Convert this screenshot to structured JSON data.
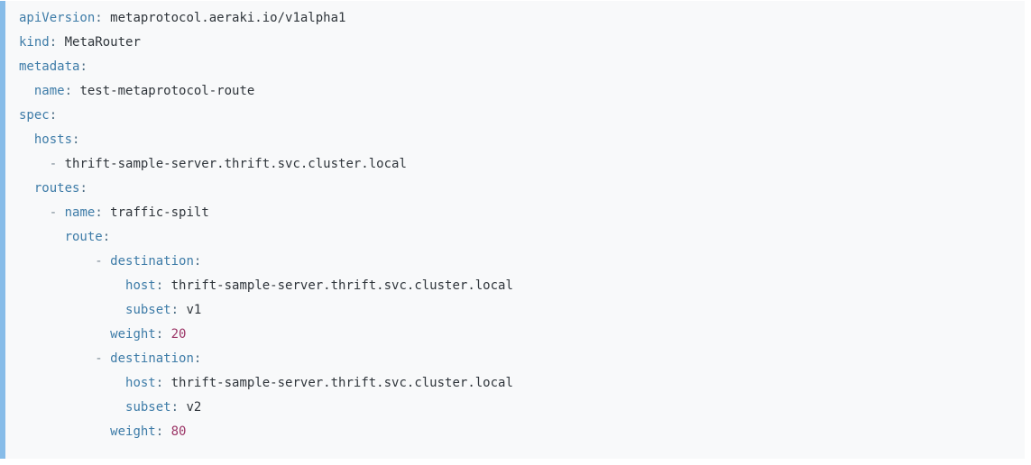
{
  "page": {
    "background": "#ffffff"
  },
  "code_block": {
    "language": "yaml",
    "background": "#f8f9fa",
    "accent_bar_color": "#87bce8",
    "colors": {
      "key": "#3e7ca8",
      "punc": "#4a6b82",
      "val": "#2f353b",
      "dash": "#7c8b96",
      "num": "#9c3667"
    },
    "lines": [
      [
        [
          "key",
          "apiVersion"
        ],
        [
          "punc",
          ":"
        ],
        [
          "val",
          " metaprotocol.aeraki.io/v1alpha1"
        ]
      ],
      [
        [
          "key",
          "kind"
        ],
        [
          "punc",
          ":"
        ],
        [
          "val",
          " MetaRouter"
        ]
      ],
      [
        [
          "key",
          "metadata"
        ],
        [
          "punc",
          ":"
        ]
      ],
      [
        [
          "val",
          "  "
        ],
        [
          "key",
          "name"
        ],
        [
          "punc",
          ":"
        ],
        [
          "val",
          " test-metaprotocol-route"
        ]
      ],
      [
        [
          "key",
          "spec"
        ],
        [
          "punc",
          ":"
        ]
      ],
      [
        [
          "val",
          "  "
        ],
        [
          "key",
          "hosts"
        ],
        [
          "punc",
          ":"
        ]
      ],
      [
        [
          "val",
          "    "
        ],
        [
          "dash",
          "-"
        ],
        [
          "val",
          " thrift-sample-server.thrift.svc.cluster.local"
        ]
      ],
      [
        [
          "val",
          "  "
        ],
        [
          "key",
          "routes"
        ],
        [
          "punc",
          ":"
        ]
      ],
      [
        [
          "val",
          "    "
        ],
        [
          "dash",
          "-"
        ],
        [
          "val",
          " "
        ],
        [
          "key",
          "name"
        ],
        [
          "punc",
          ":"
        ],
        [
          "val",
          " traffic-spilt"
        ]
      ],
      [
        [
          "val",
          "      "
        ],
        [
          "key",
          "route"
        ],
        [
          "punc",
          ":"
        ]
      ],
      [
        [
          "val",
          "          "
        ],
        [
          "dash",
          "-"
        ],
        [
          "val",
          " "
        ],
        [
          "key",
          "destination"
        ],
        [
          "punc",
          ":"
        ]
      ],
      [
        [
          "val",
          "              "
        ],
        [
          "key",
          "host"
        ],
        [
          "punc",
          ":"
        ],
        [
          "val",
          " thrift-sample-server.thrift.svc.cluster.local"
        ]
      ],
      [
        [
          "val",
          "              "
        ],
        [
          "key",
          "subset"
        ],
        [
          "punc",
          ":"
        ],
        [
          "val",
          " v1"
        ]
      ],
      [
        [
          "val",
          "            "
        ],
        [
          "key",
          "weight"
        ],
        [
          "punc",
          ":"
        ],
        [
          "val",
          " "
        ],
        [
          "num",
          "20"
        ]
      ],
      [
        [
          "val",
          "          "
        ],
        [
          "dash",
          "-"
        ],
        [
          "val",
          " "
        ],
        [
          "key",
          "destination"
        ],
        [
          "punc",
          ":"
        ]
      ],
      [
        [
          "val",
          "              "
        ],
        [
          "key",
          "host"
        ],
        [
          "punc",
          ":"
        ],
        [
          "val",
          " thrift-sample-server.thrift.svc.cluster.local"
        ]
      ],
      [
        [
          "val",
          "              "
        ],
        [
          "key",
          "subset"
        ],
        [
          "punc",
          ":"
        ],
        [
          "val",
          " v2"
        ]
      ],
      [
        [
          "val",
          "            "
        ],
        [
          "key",
          "weight"
        ],
        [
          "punc",
          ":"
        ],
        [
          "val",
          " "
        ],
        [
          "num",
          "80"
        ]
      ]
    ]
  }
}
